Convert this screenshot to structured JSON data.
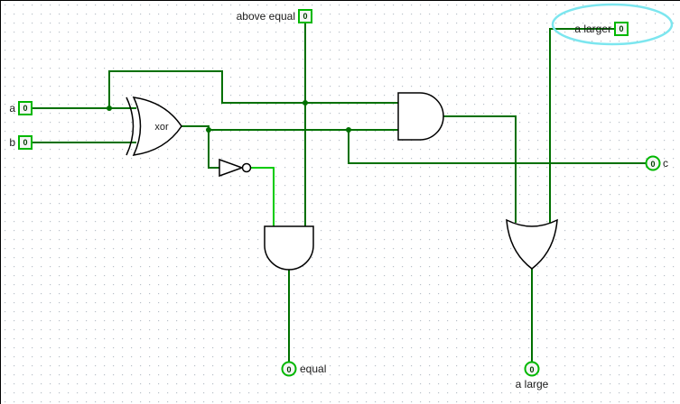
{
  "pins": {
    "a": {
      "label": "a",
      "value": "0",
      "kind": "input"
    },
    "b": {
      "label": "b",
      "value": "0",
      "kind": "input"
    },
    "above_equal": {
      "label": "above equal",
      "value": "0",
      "kind": "input"
    },
    "a_larger": {
      "label": "a larger",
      "value": "0",
      "kind": "input"
    },
    "c": {
      "label": "c",
      "value": "0",
      "kind": "output"
    },
    "equal": {
      "label": "equal",
      "value": "0",
      "kind": "output"
    },
    "a_large": {
      "label": "a large",
      "value": "0",
      "kind": "output"
    }
  },
  "gates": {
    "xor": {
      "type": "XOR",
      "label": "xor"
    },
    "inverter": {
      "type": "NOT"
    },
    "and_top": {
      "type": "AND"
    },
    "and_bottom": {
      "type": "AND"
    },
    "or_bottom": {
      "type": "OR"
    }
  },
  "colors": {
    "wire_low": "#007000",
    "wire_high": "#00CB00",
    "pin_border": "#00B800",
    "value_text": "#003D00",
    "highlight": "#7CE6EF",
    "grid_dot": "#B9C1C9"
  }
}
